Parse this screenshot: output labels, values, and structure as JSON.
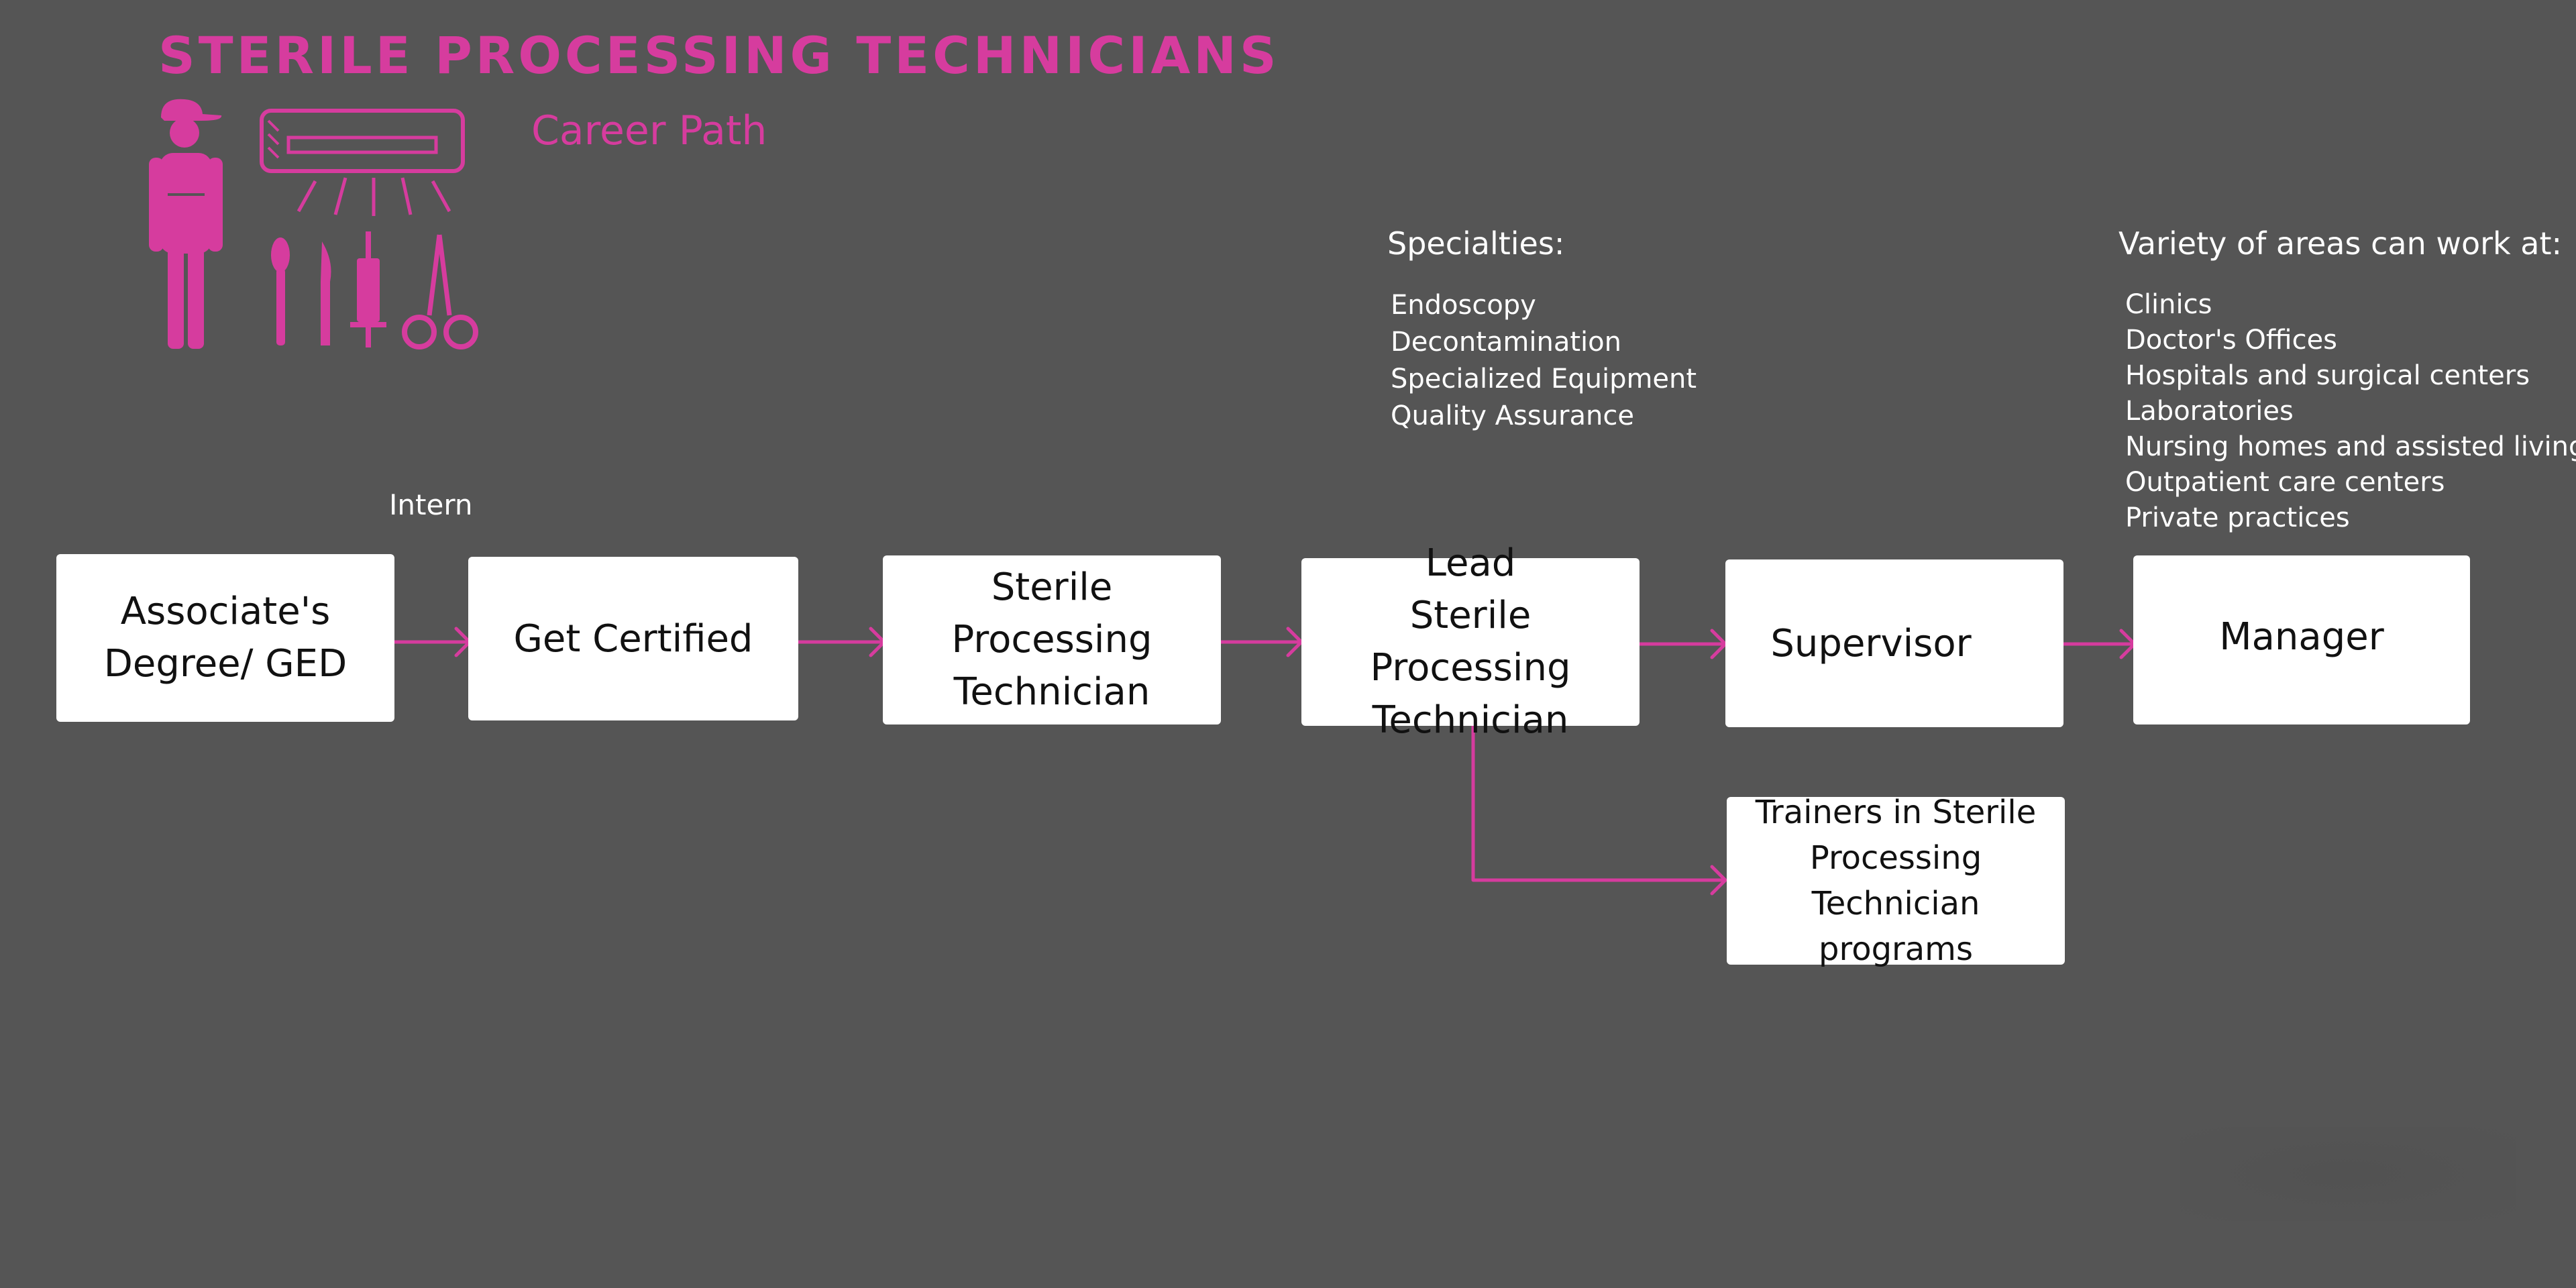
{
  "title": "STERILE PROCESSING TECHNICIANS",
  "subtitle": "Career Path",
  "illustration_icon": "technician-with-uv-lamp-and-surgical-tools",
  "accent_color": "#d63c9e",
  "background_color": "#555555",
  "intern_label": "Intern",
  "specialties": {
    "heading": "Specialties:",
    "items": [
      "Endoscopy",
      "Decontamination",
      "Specialized Equipment",
      "Quality Assurance"
    ]
  },
  "work_areas": {
    "heading": "Variety of areas can work at:",
    "items": [
      "Clinics",
      "Doctor's Offices",
      "Hospitals and surgical centers",
      "Laboratories",
      "Nursing homes and assisted living c",
      "Outpatient care centers",
      "Private practices"
    ]
  },
  "steps": [
    {
      "label": "Associate's Degree/ GED"
    },
    {
      "label": "Get Certified"
    },
    {
      "label": "Sterile Processing Technician"
    },
    {
      "label": "Lead Sterile Processing Technician"
    },
    {
      "label": "Supervisor"
    },
    {
      "label": "Manager"
    }
  ],
  "branch": {
    "label": "Trainers in Sterile Processing Technician programs"
  }
}
